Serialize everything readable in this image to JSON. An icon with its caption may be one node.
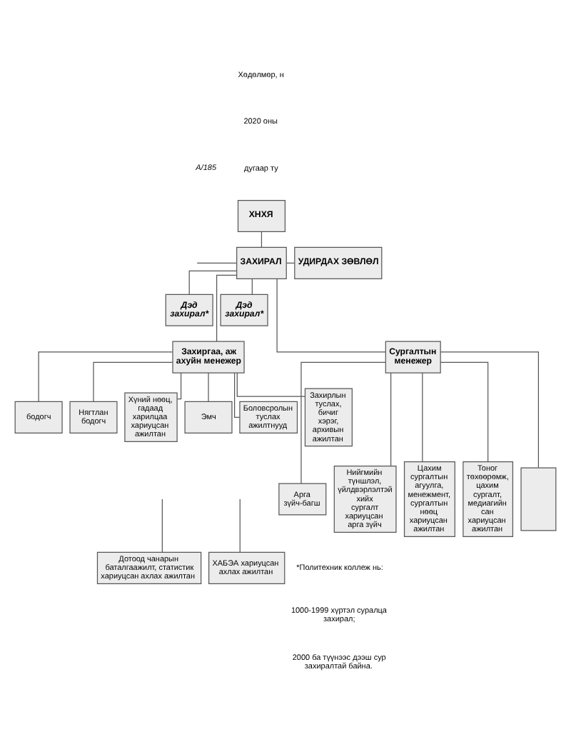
{
  "diagram": {
    "nodes": [
      {
        "text": [
          "ХНХЯ"
        ]
      },
      {
        "text": [
          "ЗАХИРАЛ"
        ]
      },
      {
        "text": [
          "УДИРДАХ ЗӨВЛӨЛ"
        ]
      },
      {
        "text": [
          "Дэд захирал*"
        ]
      },
      {
        "text": [
          "Дэд захирал*"
        ]
      },
      {
        "text": [
          "Захиргаа, аж ахуйн менежер"
        ]
      },
      {
        "text": [
          "Сургалтын менежер"
        ]
      },
      {
        "text": [
          "бодогч"
        ]
      },
      {
        "text": [
          "Нягтлан бодогч"
        ]
      },
      {
        "text": [
          "Хүний нөөц, гадаад харилцаа хариуцсан ажилтан"
        ]
      },
      {
        "text": [
          "Эмч"
        ]
      },
      {
        "text": [
          "Боловсролын туслах ажилтнууд"
        ]
      },
      {
        "text": [
          "Захирлын туслах, бичиг хэрэг, архивын ажилтан"
        ]
      },
      {
        "text": [
          "Арга зүйч-багш"
        ]
      },
      {
        "text": [
          "Нийгмийн түншлэл, үйлдвэрлэлтэй хийх сургалт хариуцсан арга зүйч"
        ]
      },
      {
        "text": [
          "Цахим сургалтын агуулга, менежмент, сургалтын нөөц хариуцсан ажилтан"
        ]
      },
      {
        "text": [
          "Тоног төхөөрөмж, цахим сургалт, медиагийн сан хариуцсан ажилтан"
        ]
      },
      {
        "text": [],
        "shape": "box"
      },
      {
        "text": [
          "Дотоод чанарын баталгаажилт, статистик хариуцсан ахлах ажилтан"
        ]
      },
      {
        "text": [
          "ХАБЭА хариуцсан ахлах ажилтан"
        ]
      }
    ],
    "edges": [
      {
        "from": 0,
        "to": 1,
        "arrow": "none"
      },
      {
        "from": 1,
        "to": 2,
        "arrow": "none"
      },
      {
        "from": null,
        "to": 1,
        "arrow": "none"
      },
      {
        "from": 1,
        "to": 3,
        "arrow": "none"
      },
      {
        "from": 1,
        "to": 4,
        "arrow": "none"
      },
      {
        "from": 1,
        "to": 5,
        "arrow": "none"
      },
      {
        "from": 1,
        "to": 6,
        "arrow": "none"
      },
      {
        "from": 5,
        "to": 7,
        "arrow": "none"
      },
      {
        "from": 5,
        "to": 8,
        "arrow": "none"
      },
      {
        "from": 5,
        "to": 9,
        "arrow": "none"
      },
      {
        "from": 5,
        "to": 10,
        "arrow": "none"
      },
      {
        "from": 5,
        "to": 11,
        "arrow": "none"
      },
      {
        "from": 5,
        "to": 12,
        "arrow": "none"
      },
      {
        "from": 6,
        "to": 13,
        "arrow": "none"
      },
      {
        "from": 6,
        "to": 14,
        "arrow": "none"
      },
      {
        "from": 6,
        "to": 15,
        "arrow": "none"
      },
      {
        "from": 6,
        "to": 16,
        "arrow": "none"
      },
      {
        "from": 6,
        "to": 17,
        "arrow": "none"
      },
      {
        "from": null,
        "to": 18,
        "arrow": "none"
      },
      {
        "from": null,
        "to": 19,
        "arrow": "none"
      }
    ],
    "labels": [
      "Хөдөлмөр, н",
      "2020 оны",
      "А/185",
      "дугаар ту",
      "*Политехник коллеж нь:",
      "1000-1999 хүртэл суралца захирал;",
      "2000 ба түүнээс дээш сур захиралтай байна."
    ]
  }
}
